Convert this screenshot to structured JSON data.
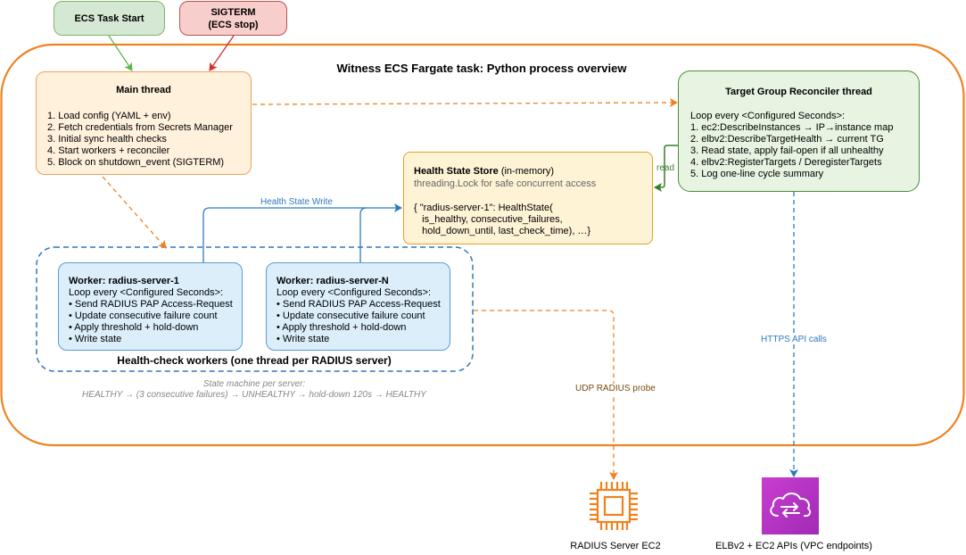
{
  "ecs_task_start": "ECS Task Start",
  "sigterm": {
    "line1": "SIGTERM",
    "line2": "(ECS stop)"
  },
  "container_title": "Witness ECS Fargate task: Python process overview",
  "main_thread": {
    "title": "Main thread",
    "steps": [
      "1. Load config (YAML + env)",
      "2. Fetch credentials from Secrets Manager",
      "3. Initial sync health checks",
      "4. Start workers + reconciler",
      "5. Block on shutdown_event (SIGTERM)"
    ]
  },
  "reconciler": {
    "title": "Target Group Reconciler thread",
    "steps": [
      "Loop every <Configured Seconds>:",
      "1. ec2:DescribeInstances → IP→instance map",
      "2. elbv2:DescribeTargetHealth → current TG",
      "3. Read state, apply fail-open if all unhealthy",
      "4. elbv2:RegisterTargets / DeregisterTargets",
      "5. Log one-line cycle summary"
    ]
  },
  "health_store": {
    "title": "Health State Store",
    "title_suffix": "(in-memory)",
    "subtitle": "threading.Lock for safe concurrent access",
    "lines": [
      "{ \"radius-server-1\": HealthState(",
      "   is_healthy, consecutive_failures,",
      "   hold_down_until, last_check_time), …}"
    ]
  },
  "workers": [
    {
      "title": "Worker: radius-server-1",
      "lines": [
        "Loop every <Configured Seconds>:",
        "• Send RADIUS PAP Access-Request",
        "• Update consecutive failure count",
        "• Apply threshold + hold-down",
        "• Write state"
      ]
    },
    {
      "title": "Worker: radius-server-N",
      "lines": [
        "Loop every <Configured Seconds>:",
        "• Send RADIUS PAP Access-Request",
        "• Update consecutive failure count",
        "• Apply threshold + hold-down",
        "• Write state"
      ]
    }
  ],
  "workers_group_label": "Health-check workers (one thread per RADIUS server)",
  "state_machine": {
    "line1": "State machine per server:",
    "line2": "HEALTHY → (3 consecutive failures) → UNHEALTHY → hold-down 120s → HEALTHY"
  },
  "edge_labels": {
    "health_state_write": "Health State Write",
    "read": "read",
    "https_api_calls": "HTTPS API calls",
    "udp_radius_probe": "UDP RADIUS probe"
  },
  "radius_ec2": {
    "label": "RADIUS Server EC2",
    "icon": "ec2-chip-icon"
  },
  "elb_apis": {
    "label": "ELBv2 + EC2 APIs (VPC endpoints)",
    "icon": "cloud-sync-icon"
  },
  "colors": {
    "container_orange": "#f0821e",
    "health_write_blue": "#2f79c0",
    "read_green": "#3a7d2c",
    "ec2_orange": "#f0821e",
    "elb_magenta": "#b530c3"
  }
}
